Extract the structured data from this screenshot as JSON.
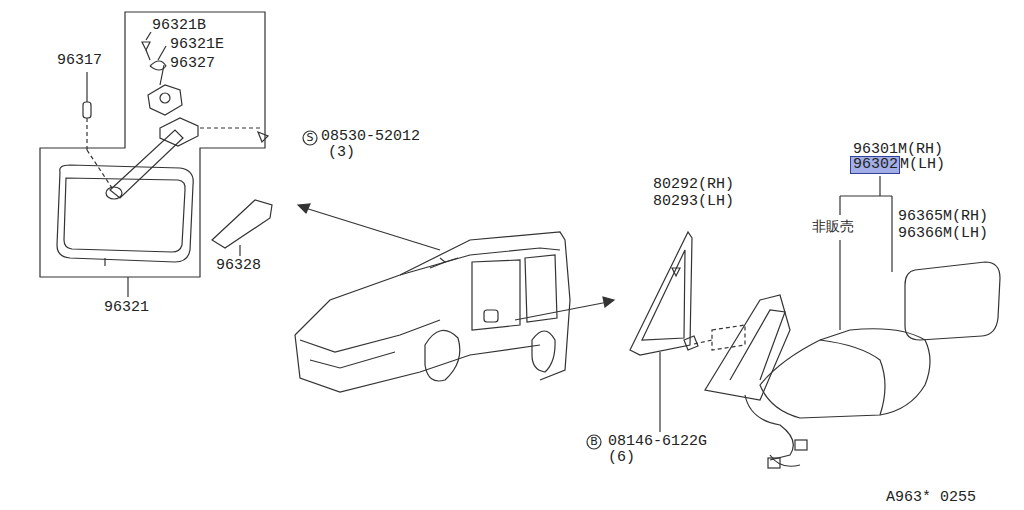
{
  "diagram": {
    "nodes": [
      {
        "text": [
          "96302"
        ]
      }
    ],
    "labels": [
      "96321B",
      "96321E",
      "96327",
      "96317",
      "S",
      "08530-52012",
      "(3)",
      "96328",
      "96321",
      "80292(RH)",
      "80293(LH)",
      "B",
      "08146-6122G",
      "(6)",
      "96301M(RH)",
      "M(LH)",
      "非販売",
      "96365M(RH)",
      "96366M(LH)",
      "A963* 0255"
    ]
  }
}
